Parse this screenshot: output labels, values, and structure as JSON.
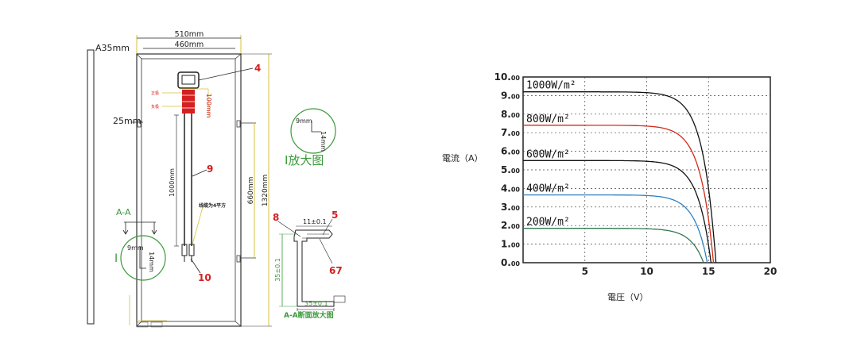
{
  "drawing": {
    "section_label_a35": "A35mm",
    "dim_width_outer": "510mm",
    "dim_width_inner": "460mm",
    "dim_25": "25mm",
    "dim_100": "100mm",
    "dim_1000": "1000mm",
    "dim_660": "660mm",
    "dim_1320": "1320mm",
    "red_small_1": "正极",
    "red_small_2": "负极",
    "cable_note": "线缆为4平方",
    "section_aa": "A-A",
    "detail_i_symbol": "I",
    "detail_i_title": "I放大图",
    "detail_9mm": "9mm",
    "detail_14mm": "14mm",
    "left_detail_9mm": "9mm",
    "left_detail_14mm": "14mm",
    "section_11": "11±0.1",
    "section_35v": "35±0.1",
    "section_35h": "35±0.1",
    "section_title": "A-A断面放大图",
    "callout_4": "4",
    "callout_9": "9",
    "callout_10": "10",
    "callout_8": "8",
    "callout_5": "5",
    "callout_67": "67",
    "colors": {
      "dimension": "#d4c23a",
      "green": "#3a9a3a",
      "red": "#d42020"
    }
  },
  "chart_data": {
    "type": "line",
    "ylabel": "電流（A）",
    "xlabel": "電圧（V）",
    "xlim": [
      0,
      20
    ],
    "ylim": [
      0,
      10
    ],
    "x_ticks": [
      "5",
      "10",
      "15",
      "20"
    ],
    "y_ticks": [
      "0.00",
      "1.00",
      "2.00",
      "3.00",
      "4.00",
      "5.00",
      "6.00",
      "7.00",
      "8.00",
      "9.00",
      "10.00"
    ],
    "grid": true,
    "series": [
      {
        "name": "1000W/m²",
        "color": "#111111",
        "isc": 9.2,
        "voc": 15.6
      },
      {
        "name": "800W/m²",
        "color": "#d42a1a",
        "isc": 7.4,
        "voc": 15.4
      },
      {
        "name": "600W/m²",
        "color": "#111111",
        "isc": 5.5,
        "voc": 15.2
      },
      {
        "name": "400W/m²",
        "color": "#2c82c8",
        "isc": 3.65,
        "voc": 14.9
      },
      {
        "name": "200W/m²",
        "color": "#2f7a50",
        "isc": 1.85,
        "voc": 14.6
      }
    ]
  }
}
